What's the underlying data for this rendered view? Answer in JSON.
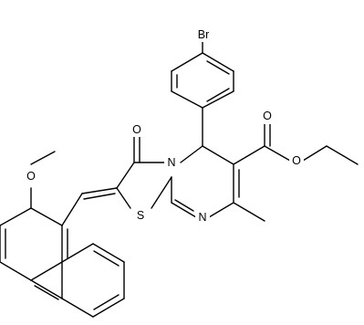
{
  "atoms": {
    "br": "Br",
    "o_methoxy": "O",
    "o_ketone": "O",
    "o_ester_carbonyl": "O",
    "o_ester": "O",
    "n_ring": "N",
    "n_imine": "N",
    "s_ring": "S"
  },
  "colors": {
    "bond": "#000000",
    "text": "#000000",
    "background": "#ffffff"
  }
}
